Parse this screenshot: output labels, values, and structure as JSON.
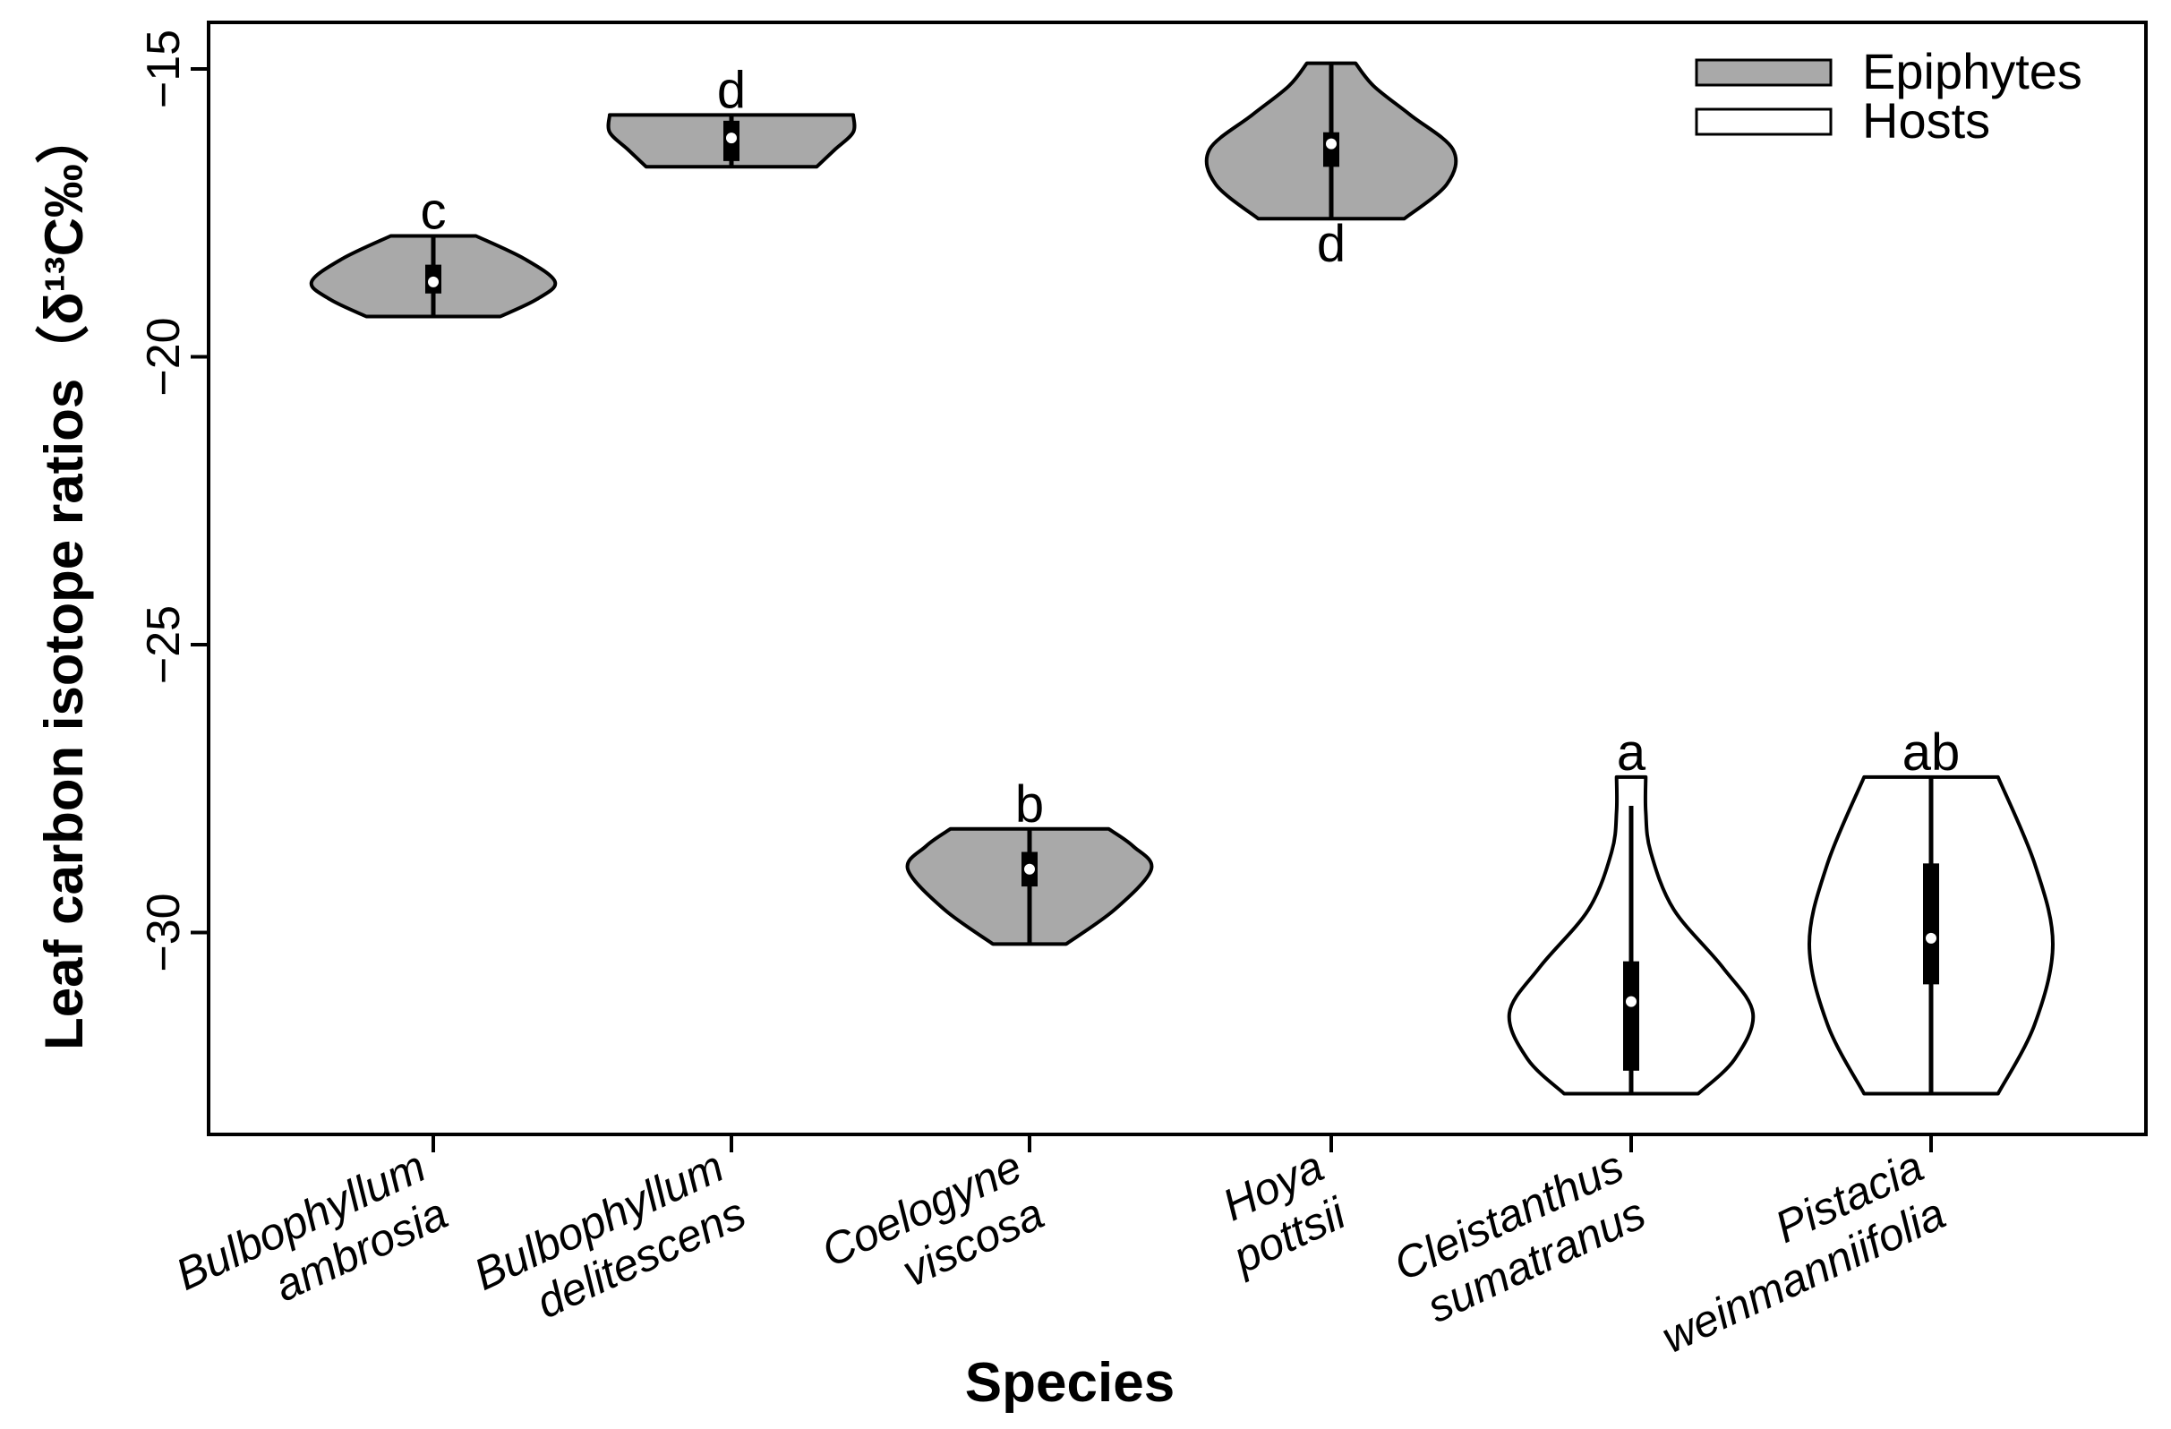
{
  "chart_data": {
    "type": "violin",
    "xlabel": "Species",
    "ylabel": "Leaf carbon isotope ratios（δ¹³C‰）",
    "ylim": [
      -33.5,
      -14.2
    ],
    "yticks": [
      -15,
      -20,
      -25,
      -30
    ],
    "ytick_labels": [
      "−15",
      "−20",
      "−25",
      "−30"
    ],
    "legend": {
      "position": "top-right",
      "entries": [
        {
          "label": "Epiphytes",
          "fill": "#a9a9a9"
        },
        {
          "label": "Hosts",
          "fill": "#ffffff"
        }
      ]
    },
    "colors": {
      "epiphytes": "#a9a9a9",
      "hosts": "#ffffff",
      "outline": "#000000"
    },
    "categories": [
      {
        "genus": "Bulbophyllum",
        "species": "ambrosia",
        "group": "Epiphytes",
        "letter": "c",
        "letter_pos": "above",
        "min": -19.3,
        "max": -17.9,
        "median": -18.7,
        "q1": -18.9,
        "q3": -18.4,
        "profile": [
          [
            -19.3,
            0.55
          ],
          [
            -19.0,
            0.85
          ],
          [
            -18.7,
            1.0
          ],
          [
            -18.3,
            0.75
          ],
          [
            -17.9,
            0.35
          ]
        ]
      },
      {
        "genus": "Bulbophyllum",
        "species": "delitescens",
        "group": "Epiphytes",
        "letter": "d",
        "letter_pos": "above",
        "min": -16.7,
        "max": -15.8,
        "median": -16.2,
        "q1": -16.6,
        "q3": -15.9,
        "profile": [
          [
            -16.7,
            0.7
          ],
          [
            -16.4,
            0.85
          ],
          [
            -16.1,
            1.0
          ],
          [
            -15.8,
            1.0
          ]
        ]
      },
      {
        "genus": "Coelogyne",
        "species": "viscosa",
        "group": "Epiphytes",
        "letter": "b",
        "letter_pos": "above",
        "min": -30.2,
        "max": -28.2,
        "median": -28.9,
        "q1": -29.2,
        "q3": -28.6,
        "profile": [
          [
            -30.2,
            0.3
          ],
          [
            -29.6,
            0.7
          ],
          [
            -28.9,
            1.0
          ],
          [
            -28.5,
            0.85
          ],
          [
            -28.2,
            0.65
          ]
        ]
      },
      {
        "genus": "Hoya",
        "species": "pottsii",
        "group": "Epiphytes",
        "letter": "d",
        "letter_pos": "below",
        "min": -17.6,
        "max": -14.9,
        "median": -16.3,
        "q1": -16.7,
        "q3": -16.1,
        "profile": [
          [
            -17.6,
            0.6
          ],
          [
            -17.0,
            0.95
          ],
          [
            -16.4,
            1.0
          ],
          [
            -15.8,
            0.65
          ],
          [
            -15.3,
            0.35
          ],
          [
            -14.9,
            0.2
          ]
        ]
      },
      {
        "genus": "Cleistanthus",
        "species": "sumatranus",
        "group": "Hosts",
        "letter": "a",
        "letter_pos": "above",
        "min": -32.8,
        "max": -27.3,
        "median": -31.2,
        "q1": -32.4,
        "q3": -30.5,
        "whisker_max": -27.8,
        "profile": [
          [
            -32.8,
            0.55
          ],
          [
            -32.2,
            0.85
          ],
          [
            -31.4,
            1.0
          ],
          [
            -30.6,
            0.75
          ],
          [
            -29.6,
            0.35
          ],
          [
            -28.6,
            0.16
          ],
          [
            -27.9,
            0.12
          ],
          [
            -27.3,
            0.12
          ]
        ]
      },
      {
        "genus": "Pistacia",
        "species": "weinmanniifolia",
        "group": "Hosts",
        "letter": "ab",
        "letter_pos": "above",
        "min": -32.8,
        "max": -27.3,
        "median": -30.1,
        "q1": -30.9,
        "q3": -28.8,
        "profile": [
          [
            -32.8,
            0.55
          ],
          [
            -31.6,
            0.85
          ],
          [
            -30.2,
            1.0
          ],
          [
            -28.8,
            0.85
          ],
          [
            -27.3,
            0.55
          ]
        ]
      }
    ]
  }
}
